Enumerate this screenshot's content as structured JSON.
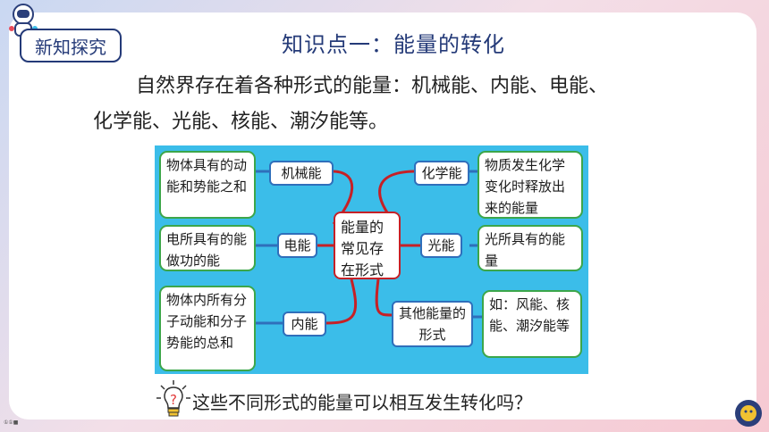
{
  "header": {
    "badge": "新知探究",
    "title": "知识点一：能量的转化"
  },
  "intro": {
    "line1": "自然界存在着各种形式的能量：机械能、内能、电能、",
    "line2": "化学能、光能、核能、潮汐能等。"
  },
  "mindmap": {
    "center": "能量的常见存在形式",
    "left": [
      {
        "label": "机械能",
        "desc": "物体具有的动能和势能之和"
      },
      {
        "label": "电能",
        "desc": "电所具有的能做功的能"
      },
      {
        "label": "内能",
        "desc": "物体内所有分子动能和分子势能的总和"
      }
    ],
    "right": [
      {
        "label": "化学能",
        "desc": "物质发生化学变化时释放出来的能量"
      },
      {
        "label": "光能",
        "desc": "光所具有的能量"
      },
      {
        "label": "其他能量的形式",
        "desc": "如：风能、核能、潮汐能等"
      }
    ],
    "colors": {
      "background": "#3bbde9",
      "leaf_border": "#3ca64a",
      "mid_border": "#2f6fbb",
      "center_border": "#c62026"
    }
  },
  "question": {
    "icon": "lightbulb-question-icon",
    "text": "这些不同形式的能量可以相互发生转化吗？"
  },
  "footer": {
    "tiny_text": "①①■"
  }
}
